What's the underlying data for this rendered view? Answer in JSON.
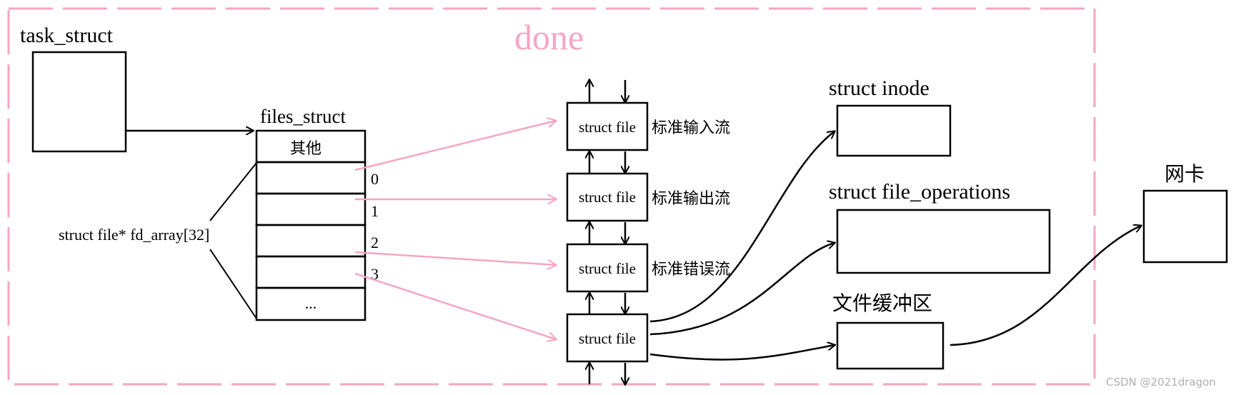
{
  "title": "done",
  "task_struct": {
    "label": "task_struct"
  },
  "files_struct": {
    "label": "files_struct",
    "slots": [
      "其他",
      "",
      "",
      "",
      "",
      "..."
    ],
    "indices": [
      "0",
      "1",
      "2",
      "3"
    ],
    "fd_array_label": "struct file* fd_array[32]"
  },
  "files": [
    {
      "label": "struct file",
      "stream": "标准输入流"
    },
    {
      "label": "struct file",
      "stream": "标准输出流"
    },
    {
      "label": "struct file",
      "stream": "标准错误流"
    },
    {
      "label": "struct file",
      "stream": ""
    }
  ],
  "inode": {
    "label": "struct inode"
  },
  "file_operations": {
    "label": "struct file_operations"
  },
  "buffer": {
    "label": "文件缓冲区"
  },
  "nic": {
    "label": "网卡"
  },
  "watermark": "CSDN @2021dragon",
  "colors": {
    "pink": "#f4a6c2",
    "ink": "#000000",
    "watermark": "#b0b0b0"
  }
}
